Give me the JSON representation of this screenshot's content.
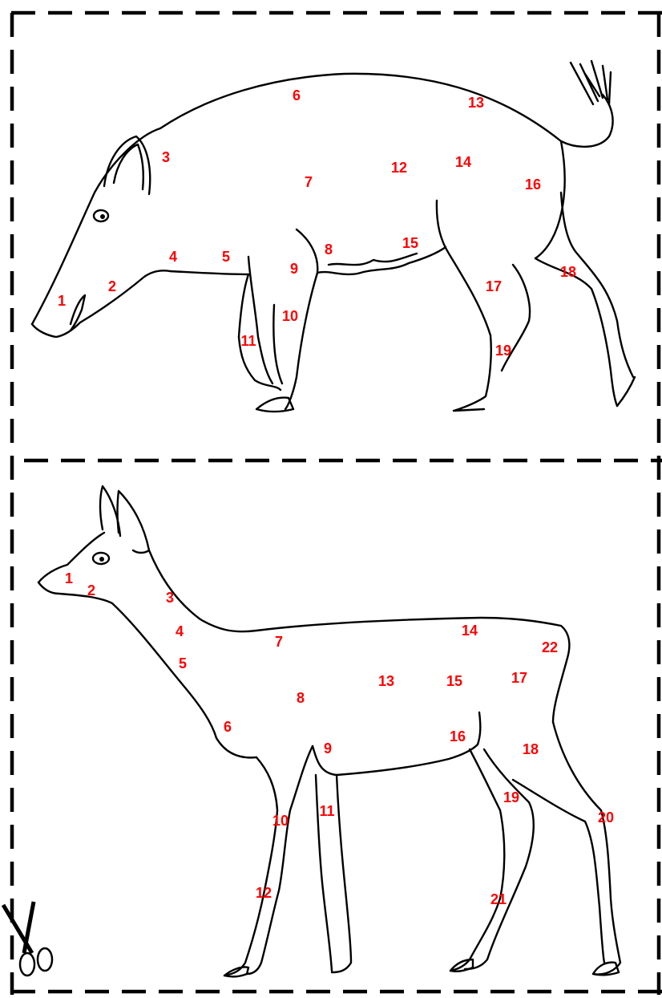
{
  "colors": {
    "label": "#ff0000",
    "outline": "#000000",
    "cutline": "#000000"
  },
  "icons": {
    "cut_marker": "scissors-icon"
  },
  "boar": {
    "labels": [
      "1",
      "2",
      "3",
      "4",
      "5",
      "6",
      "7",
      "8",
      "9",
      "10",
      "11",
      "12",
      "13",
      "14",
      "15",
      "16",
      "17",
      "18",
      "19"
    ]
  },
  "deer": {
    "labels": [
      "1",
      "2",
      "3",
      "4",
      "5",
      "6",
      "7",
      "8",
      "9",
      "10",
      "11",
      "12",
      "13",
      "14",
      "15",
      "16",
      "17",
      "18",
      "19",
      "20",
      "21",
      "22"
    ]
  }
}
